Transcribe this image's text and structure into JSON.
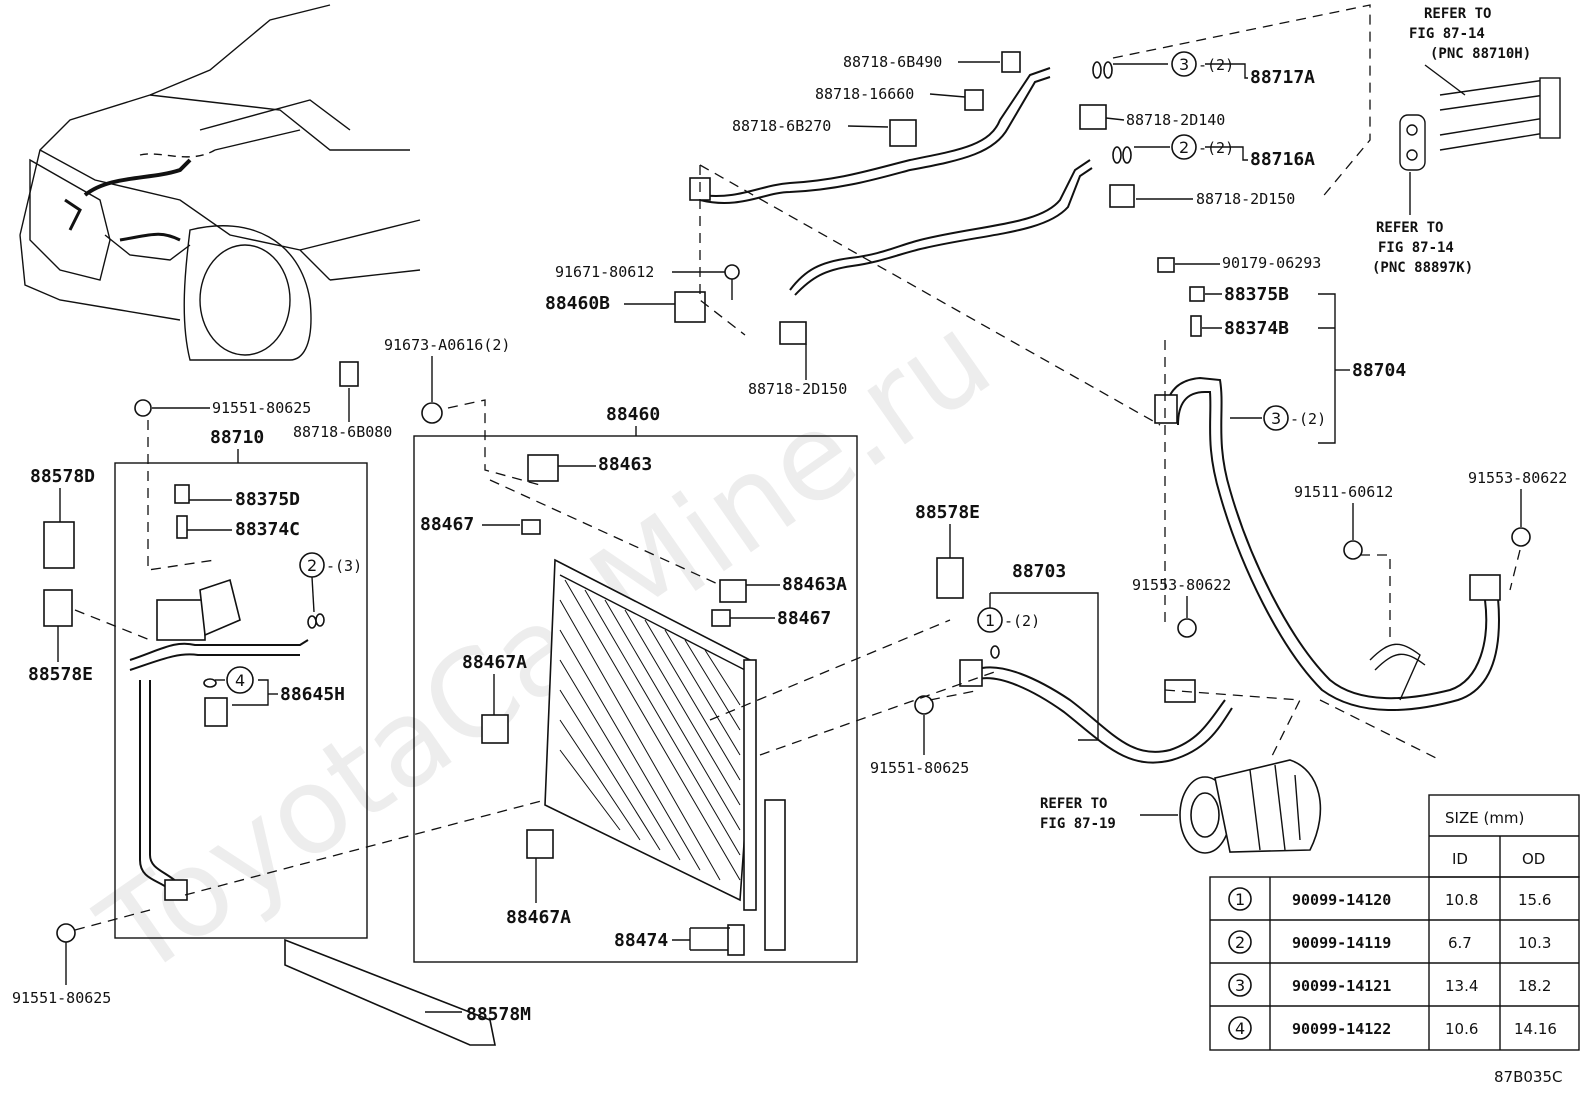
{
  "diagram_code": "87B035C",
  "watermark": "ToyotaCarMine.ru",
  "refs": {
    "fig_87_14_top": [
      "REFER TO",
      "FIG 87-14",
      "(PNC 88710H)"
    ],
    "fig_87_14_mid": [
      "REFER TO",
      "FIG 87-14",
      "(PNC 88897K)"
    ],
    "fig_87_19": [
      "REFER TO",
      "FIG 87-19"
    ]
  },
  "labels": {
    "p88718_6B490": "88718-6B490",
    "p88718_16660": "88718-16660",
    "p88718_6B270": "88718-6B270",
    "p88717A": "88717A",
    "p88718_2D140": "88718-2D140",
    "p88716A": "88716A",
    "p88718_2D150_a": "88718-2D150",
    "p90179_06293": "90179-06293",
    "p88375B": "88375B",
    "p88374B": "88374B",
    "p88704": "88704",
    "p91671_80612": "91671-80612",
    "p88460B": "88460B",
    "p88718_2D150_b": "88718-2D150",
    "p91673_A0616": "91673-A0616(2)",
    "p91551_80625_a": "91551-80625",
    "p88718_6B080": "88718-6B080",
    "p88710": "88710",
    "p88460": "88460",
    "p88578D": "88578D",
    "p88375D": "88375D",
    "p88374C": "88374C",
    "p88463": "88463",
    "p88467_a": "88467",
    "p88578E_a": "88578E",
    "p88578E_b": "88578E",
    "p88645H": "88645H",
    "p88463A": "88463A",
    "p88467_b": "88467",
    "p88467A_a": "88467A",
    "p88467A_b": "88467A",
    "p88474": "88474",
    "p88578M": "88578M",
    "p91551_80625_b": "91551-80625",
    "p91551_80625_c": "91551-80625",
    "p88703": "88703",
    "p91553_80622_a": "91553-80622",
    "p91553_80622_b": "91553-80622",
    "p91511_60612": "91511-60612"
  },
  "callouts": {
    "c3_top": {
      "num": "3",
      "qty": "-(2)"
    },
    "c2_top": {
      "num": "2",
      "qty": "-(2)"
    },
    "c3_right": {
      "num": "3",
      "qty": "-(2)"
    },
    "c2_left": {
      "num": "2",
      "qty": "-(3)"
    },
    "c4_left": {
      "num": "4",
      "qty": ""
    },
    "c1_mid": {
      "num": "1",
      "qty": "-(2)"
    }
  },
  "size_table": {
    "title": "SIZE (mm)",
    "col_id": "ID",
    "col_od": "OD",
    "rows": [
      {
        "num": "1",
        "part": "90099-14120",
        "id": "10.8",
        "od": "15.6"
      },
      {
        "num": "2",
        "part": "90099-14119",
        "id": "6.7",
        "od": "10.3"
      },
      {
        "num": "3",
        "part": "90099-14121",
        "id": "13.4",
        "od": "18.2"
      },
      {
        "num": "4",
        "part": "90099-14122",
        "id": "10.6",
        "od": "14.16"
      }
    ]
  }
}
